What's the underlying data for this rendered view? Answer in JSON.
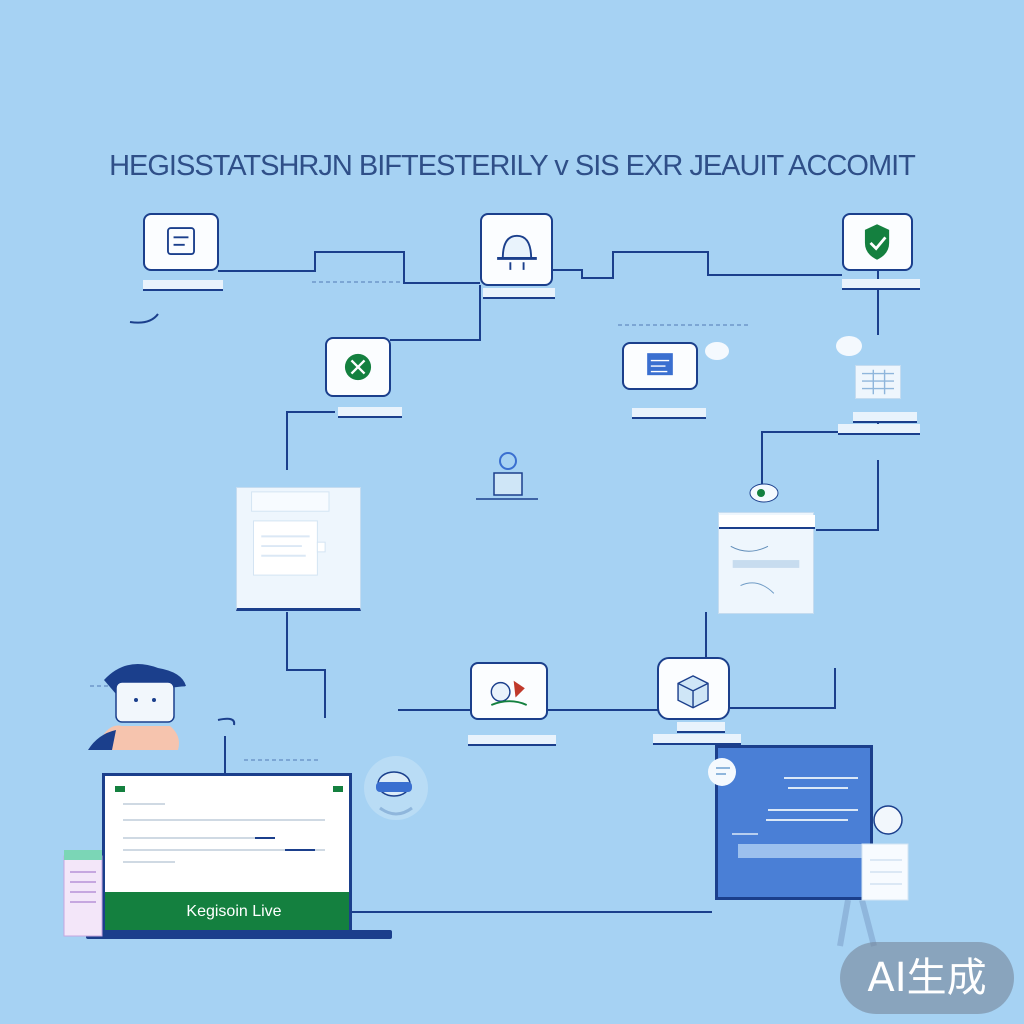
{
  "diagram": {
    "title": "HEGISSTATSHRJN BIFTESTERILY v SIS EXR JEAUIT ACCOMIT",
    "laptop_button_label": "Kegisoin Live",
    "badge_label": "AI生成",
    "colors": {
      "background": "#a6d2f3",
      "line": "#1b3f8c",
      "card": "#fbfdff",
      "accent_green": "#14803f",
      "screen_blue": "#4a7fd6"
    },
    "icons": [
      "document-icon",
      "helmet-icon",
      "shield-icon",
      "check-circle-icon",
      "form-icon",
      "table-icon",
      "profile-card-icon",
      "gallery-icon",
      "box-icon",
      "user-avatar",
      "laptop",
      "monitor"
    ]
  }
}
